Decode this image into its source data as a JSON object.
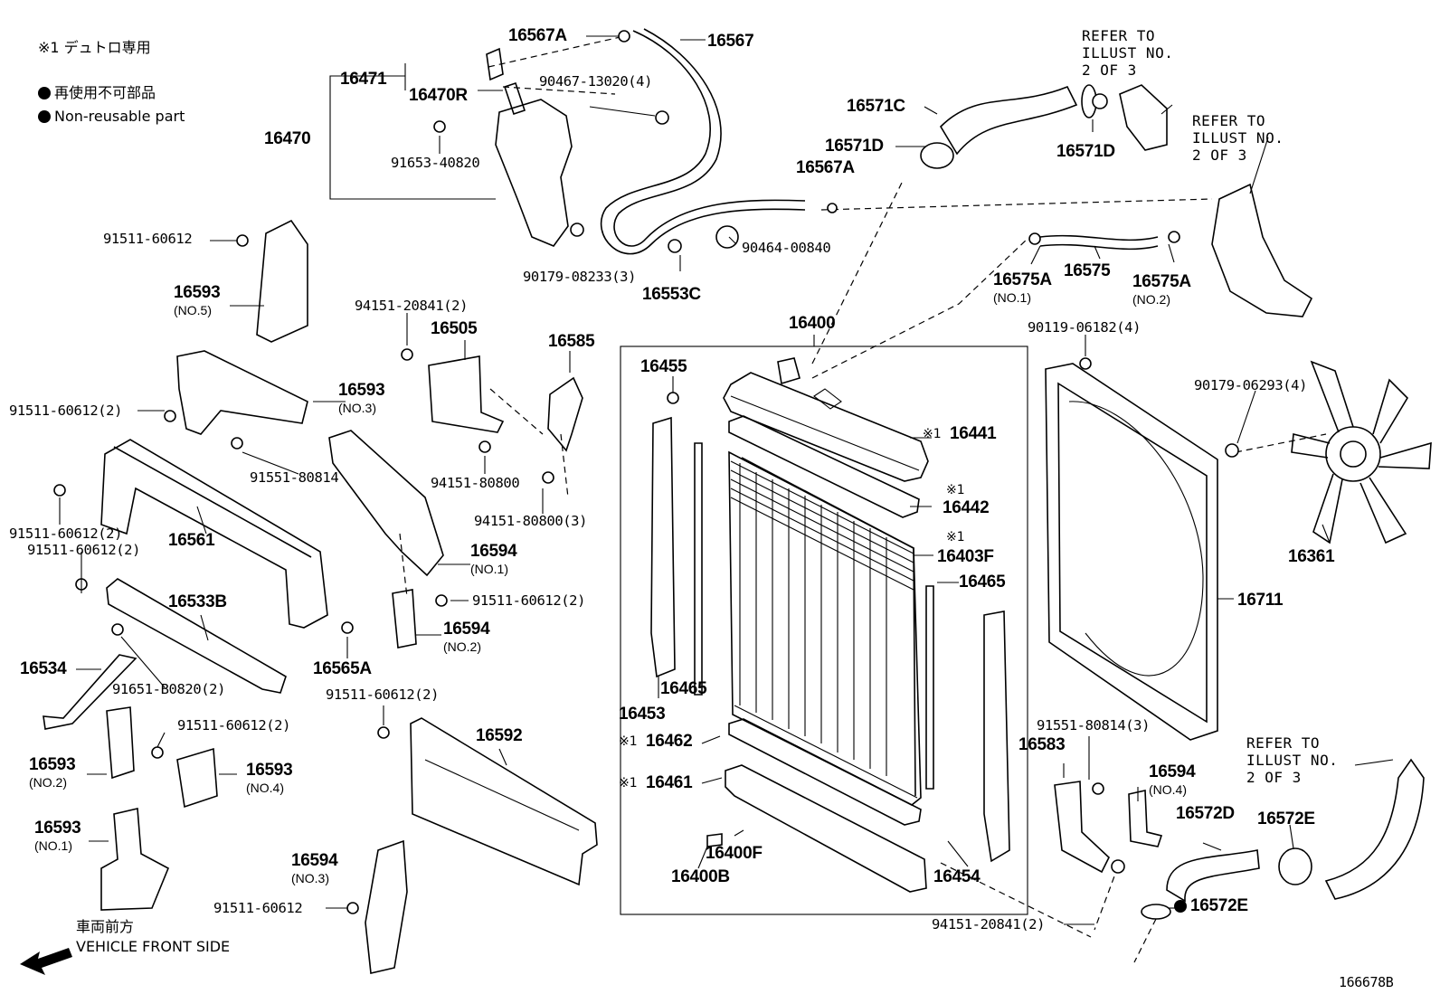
{
  "legend": {
    "note1": "※1 デュトロ専用",
    "nonreusable_jp": "再使用不可部品",
    "nonreusable_en": "Non-reusable part"
  },
  "refs": {
    "ref_top": "REFER TO\nILLUST NO.\n2 OF 3",
    "ref_mid": "REFER TO\nILLUST NO.\n2 OF 3",
    "ref_bottom": "REFER TO\nILLUST NO.\n2 OF 3"
  },
  "parts": {
    "p16567A_top": "16567A",
    "p16567": "16567",
    "p16471": "16471",
    "p16470R": "16470R",
    "p16470": "16470",
    "p90467": "90467-13020(4)",
    "p91653": "91653-40820",
    "p16571C": "16571C",
    "p16571D_left": "16571D",
    "p16571D_right": "16571D",
    "p16567A_mid": "16567A",
    "p91511_a": "91511-60612",
    "p16593_no5": "16593",
    "p16593_no5_sub": "(NO.5)",
    "p90464": "90464-00840",
    "p90179_08233": "90179-08233(3)",
    "p16553C": "16553C",
    "p16575A_1": "16575A",
    "p16575A_1_sub": "(NO.1)",
    "p16575": "16575",
    "p16575A_2": "16575A",
    "p16575A_2_sub": "(NO.2)",
    "p94151_20841_top": "94151-20841(2)",
    "p16505": "16505",
    "p16585": "16585",
    "p16400": "16400",
    "p90119": "90119-06182(4)",
    "p16455": "16455",
    "p16593_no3": "16593",
    "p16593_no3_sub": "(NO.3)",
    "p91511_b": "91511-60612(2)",
    "p90179_06293": "90179-06293(4)",
    "p16441": "16441",
    "p91551_80814_left": "91551-80814",
    "p94151_80800": "94151-80800",
    "p16442": "16442",
    "p94151_80800_3": "94151-80800(3)",
    "p91511_c": "91511-60612(2)",
    "p16561": "16561",
    "p16403F": "16403F",
    "p16465_right": "16465",
    "p91511_d": "91511-60612(2)",
    "p16594_no1": "16594",
    "p16594_no1_sub": "(NO.1)",
    "p16361": "16361",
    "p16711": "16711",
    "p91511_e": "91511-60612(2)",
    "p16533B": "16533B",
    "p16594_no2": "16594",
    "p16594_no2_sub": "(NO.2)",
    "p16534": "16534",
    "p16565A": "16565A",
    "p91651": "91651-B0820(2)",
    "p16465_left": "16465",
    "p16453": "16453",
    "p91511_f": "91511-60612(2)",
    "p91511_g": "91511-60612(2)",
    "p91551_80814_3": "91551-80814(3)",
    "p16592": "16592",
    "p16462": "16462",
    "p16583": "16583",
    "p16594_no4": "16594",
    "p16594_no4_sub": "(NO.4)",
    "p16593_no2": "16593",
    "p16593_no2_sub": "(NO.2)",
    "p16593_no4": "16593",
    "p16593_no4_sub": "(NO.4)",
    "p16461": "16461",
    "p16572D": "16572D",
    "p16572E_top": "16572E",
    "p16593_no1": "16593",
    "p16593_no1_sub": "(NO.1)",
    "p16400F": "16400F",
    "p16594_no3": "16594",
    "p16594_no3_sub": "(NO.3)",
    "p16400B": "16400B",
    "p16454": "16454",
    "p91511_h": "91511-60612",
    "p94151_20841_bottom": "94151-20841(2)",
    "p16572E_bottom": "16572E"
  },
  "marks": {
    "note_mark": "※1"
  },
  "footer": {
    "front_jp": "車両前方",
    "front_en": "VEHICLE FRONT SIDE",
    "diagram_id": "166678B"
  }
}
